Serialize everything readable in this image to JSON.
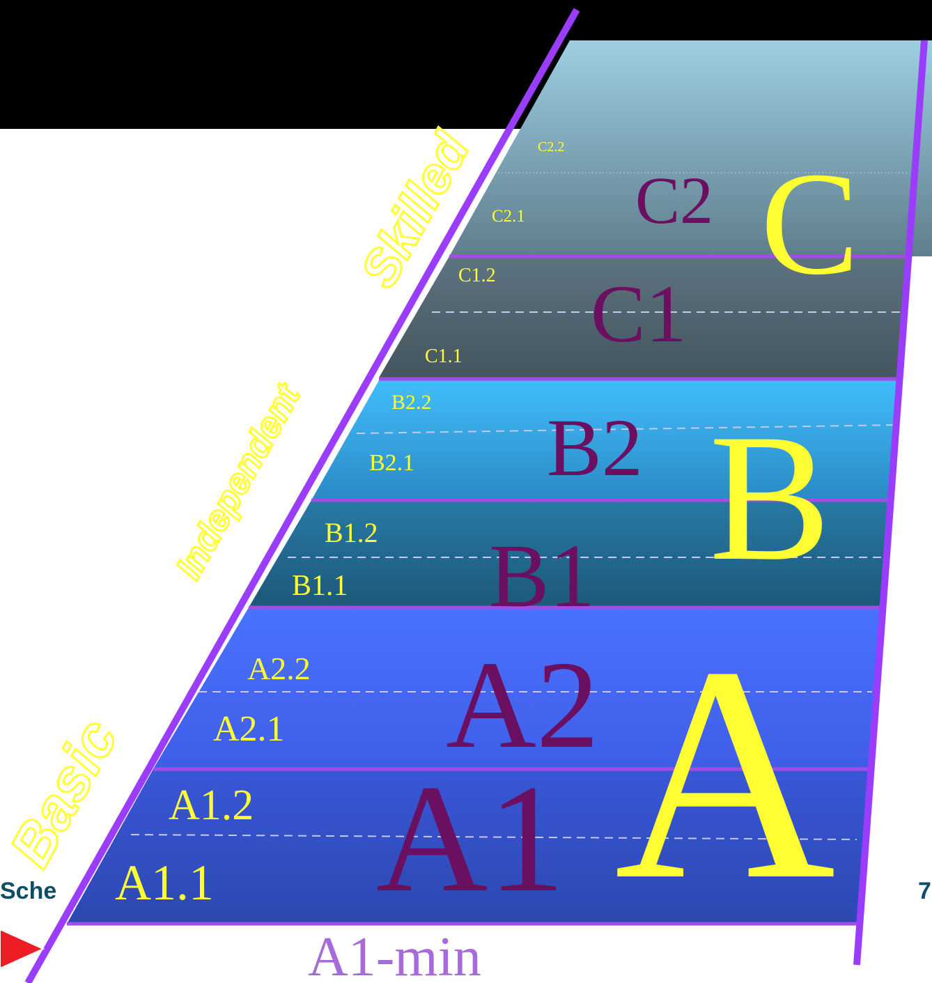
{
  "colors": {
    "header_bar": "#000000",
    "band_C2_top": "#9dcfe3",
    "band_C2_bottom": "#5f7e8c",
    "band_C1_top": "#5d7480",
    "band_C1_bottom": "#44555e",
    "band_B2_top": "#42bdfb",
    "band_B2_bottom": "#2a8ac4",
    "band_B1_top": "#277aa6",
    "band_B1_bottom": "#1d5878",
    "band_A2_top": "#4a72ff",
    "band_A2_bottom": "#3f5ee8",
    "band_A1_top": "#3957d8",
    "band_A1_bottom": "#2d48b0",
    "rail": "#9b3dff",
    "divider": "#a24de8",
    "dashed_line": "#c8c8f0",
    "label_yellow": "#ffff33",
    "label_purple": "#6b1061",
    "min_label": "#a86ad8",
    "footer_text": "#0f4c66",
    "arrow_red": "#ee1c24"
  },
  "groups": {
    "skilled": "Skilled",
    "independent": "Independent",
    "basic": "Basic"
  },
  "big_letters": {
    "c": "C",
    "b": "B",
    "a": "A"
  },
  "levels": {
    "c2": "C2",
    "c1": "C1",
    "b2": "B2",
    "b1": "B1",
    "a2": "A2",
    "a1": "A1"
  },
  "sublevels": {
    "c2_2": "C2.2",
    "c2_1": "C2.1",
    "c1_2": "C1.2",
    "c1_1": "C1.1",
    "b2_2": "B2.2",
    "b2_1": "B2.1",
    "b1_2": "B1.2",
    "b1_1": "B1.1",
    "a2_2": "A2.2",
    "a2_1": "A2.1",
    "a1_2": "A1.2",
    "a1_1": "A1.1"
  },
  "min_level": "A1-min",
  "footer": {
    "left_text": "Sche",
    "page_number": "7"
  }
}
